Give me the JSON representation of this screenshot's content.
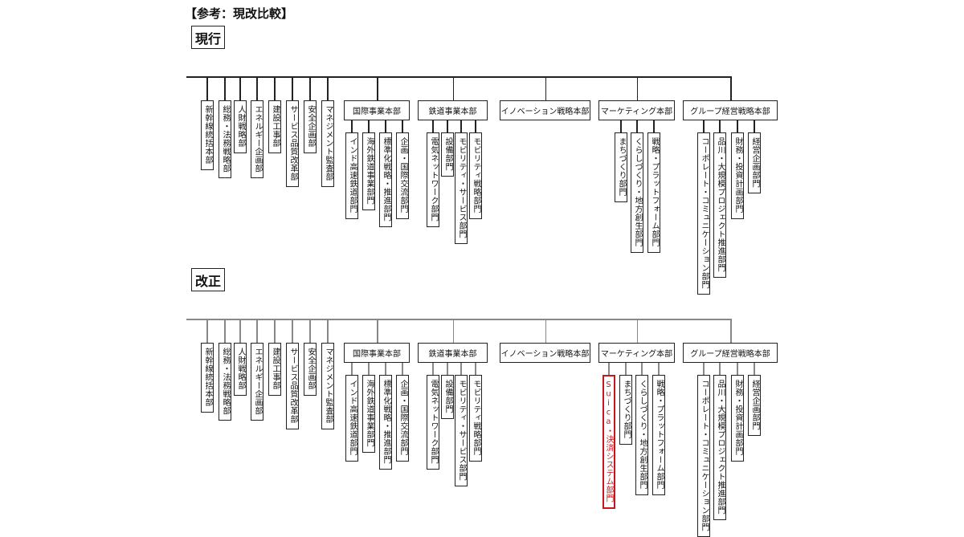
{
  "title": "【参考：現改比較】",
  "charts": [
    {
      "label": "現行",
      "direct": [
        "新幹線統括本部",
        "総務・法務戦略部",
        "人財戦略部",
        "エネルギー企画部",
        "建設工事部",
        "サービス品質改革部",
        "安全企画部",
        "マネジメント監査部"
      ],
      "hqs": [
        {
          "name": "国際事業本部",
          "subs": [
            {
              "name": "インド高速鉄道部門"
            },
            {
              "name": "海外鉄道事業部門"
            },
            {
              "name": "標準化戦略・推進部門"
            },
            {
              "name": "企画・国際交流部門"
            }
          ]
        },
        {
          "name": "鉄道事業本部",
          "subs": [
            {
              "name": "電気ネットワーク部門"
            },
            {
              "name": "設備部門"
            },
            {
              "name": "モビリティ・サービス部門"
            },
            {
              "name": "モビリティ戦略部門"
            }
          ]
        },
        {
          "name": "イノベーション戦略本部",
          "subs": []
        },
        {
          "name": "マーケティング本部",
          "subs": [
            {
              "name": "まちづくり部門"
            },
            {
              "name": "くらしづくり・地方創生部門"
            },
            {
              "name": "戦略・プラットフォーム部門"
            }
          ]
        },
        {
          "name": "グループ経営戦略本部",
          "subs": [
            {
              "name": "コーポレート・コミュニケーション部門"
            },
            {
              "name": "品川・大規模プロジェクト推進部門"
            },
            {
              "name": "財務・投資計画部門"
            },
            {
              "name": "経営企画部門"
            }
          ]
        }
      ]
    },
    {
      "label": "改正",
      "direct": [
        "新幹線統括本部",
        "総務・法務戦略部",
        "人財戦略部",
        "エネルギー企画部",
        "建設工事部",
        "サービス品質改革部",
        "安全企画部",
        "マネジメント監査部"
      ],
      "hqs": [
        {
          "name": "国際事業本部",
          "subs": [
            {
              "name": "インド高速鉄道部門"
            },
            {
              "name": "海外鉄道事業部門"
            },
            {
              "name": "標準化戦略・推進部門"
            },
            {
              "name": "企画・国際交流部門"
            }
          ]
        },
        {
          "name": "鉄道事業本部",
          "subs": [
            {
              "name": "電気ネットワーク部門"
            },
            {
              "name": "設備部門"
            },
            {
              "name": "モビリティ・サービス部門"
            },
            {
              "name": "モビリティ戦略部門"
            }
          ]
        },
        {
          "name": "イノベーション戦略本部",
          "subs": []
        },
        {
          "name": "マーケティング本部",
          "subs": [
            {
              "name": "Suica・決済システム部門",
              "new": true
            },
            {
              "name": "まちづくり部門"
            },
            {
              "name": "くらしづくり・地方創生部門"
            },
            {
              "name": "戦略・プラットフォーム部門"
            }
          ]
        },
        {
          "name": "グループ経営戦略本部",
          "subs": [
            {
              "name": "コーポレート・コミュニケーション部門"
            },
            {
              "name": "品川・大規模プロジェクト推進部門"
            },
            {
              "name": "財務・投資計画部門"
            },
            {
              "name": "経営企画部門"
            }
          ]
        }
      ]
    }
  ],
  "colors": {
    "line": "#222222",
    "revised_line": "#888888",
    "new_unit": "#c8161d"
  }
}
